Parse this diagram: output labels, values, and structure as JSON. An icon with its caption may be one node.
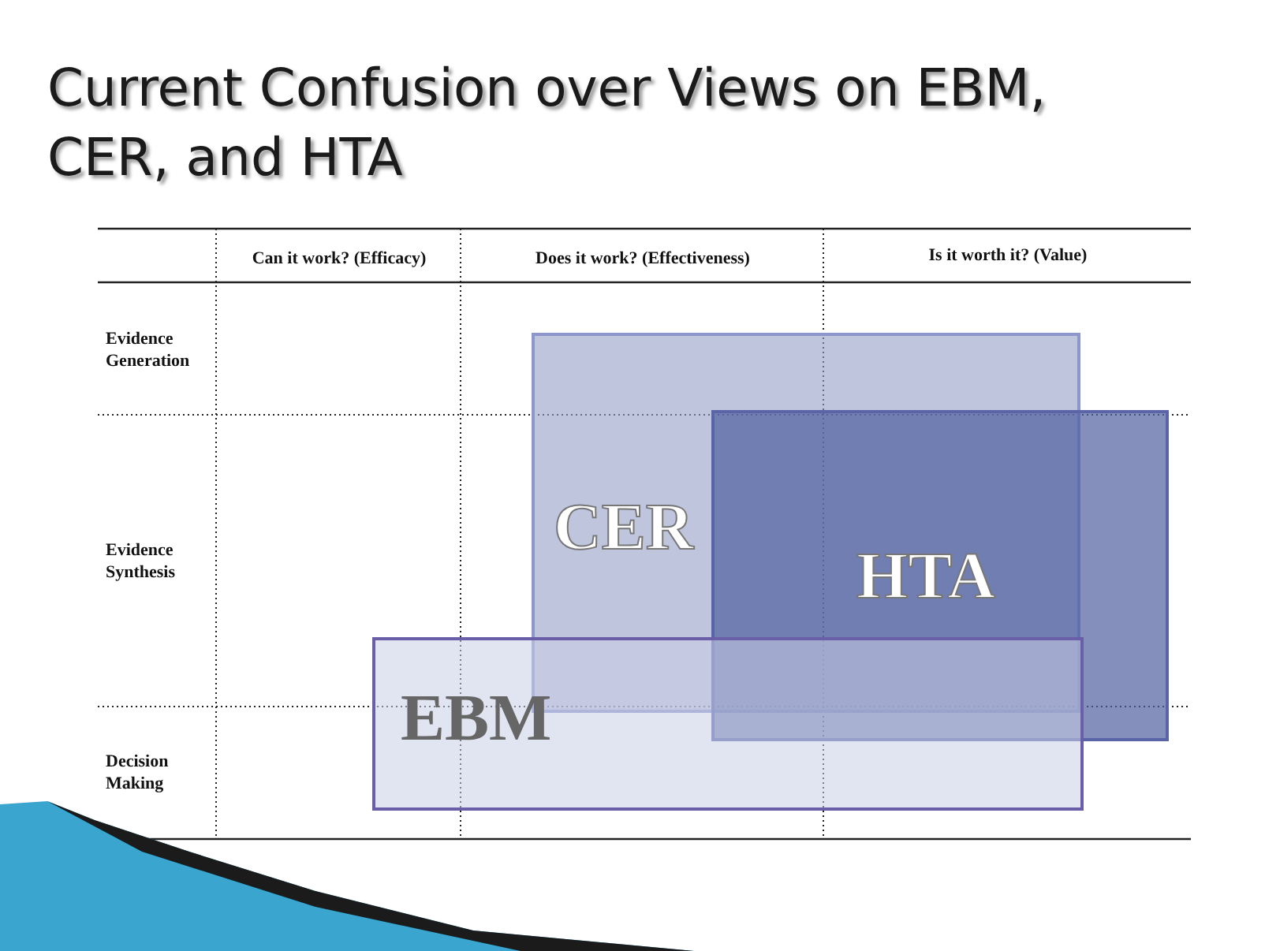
{
  "diagram": {
    "title": "Current Confusion over Views on EBM, CER, and HTA",
    "nodes": [
      {
        "text": [
          "CER"
        ]
      },
      {
        "text": [
          "HTA"
        ]
      },
      {
        "text": [
          "EBM"
        ]
      }
    ],
    "labels": [
      "Can it work? (Efficacy)",
      "Does it work? (Effectiveness)",
      "Is it worth it? (Value)",
      "Evidence Generation",
      "Evidence Synthesis",
      "Decision Making"
    ]
  }
}
